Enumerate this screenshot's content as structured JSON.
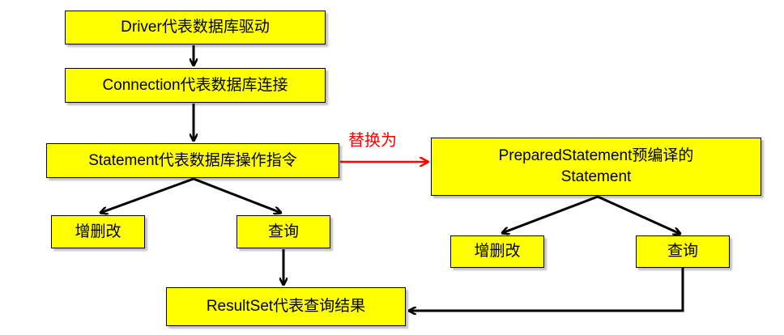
{
  "nodes": {
    "driver": "Driver代表数据库驱动",
    "connection": "Connection代表数据库连接",
    "statement": "Statement代表数据库操作指令",
    "crud_left": "增删改",
    "query_left": "查询",
    "resultset": "ResultSet代表查询结果",
    "prepared_line1": "PreparedStatement预编译的",
    "prepared_line2": "Statement",
    "crud_right": "增删改",
    "query_right": "查询"
  },
  "edges": {
    "replace_label": "替换为"
  },
  "colors": {
    "box_fill": "#ffff00",
    "arrow": "#000000",
    "replace_arrow": "#ff0000"
  }
}
